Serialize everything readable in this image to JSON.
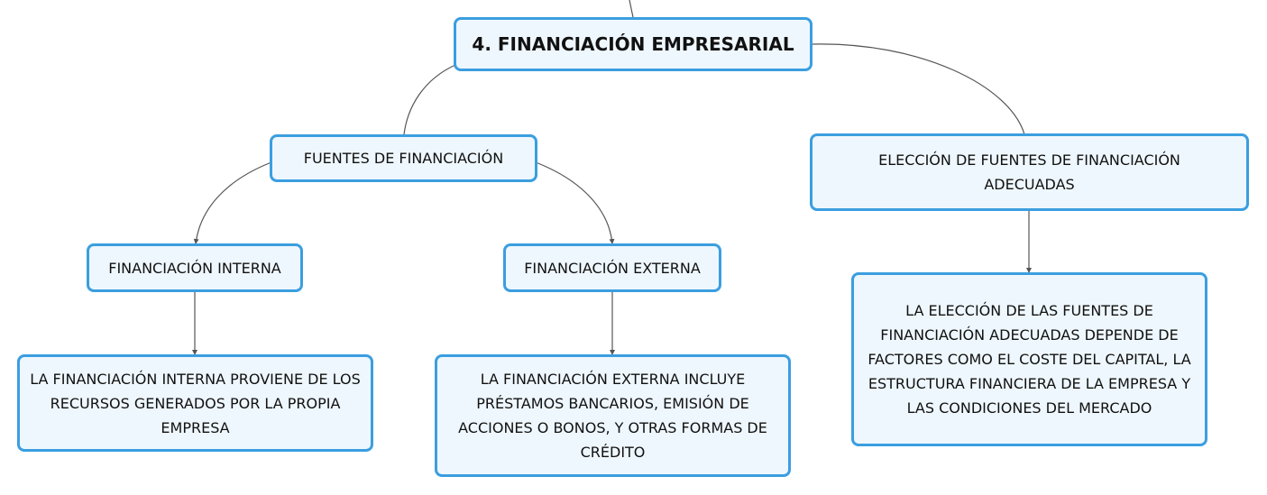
{
  "diagram": {
    "root": {
      "label": "4. FINANCIACIÓN EMPRESARIAL"
    },
    "sources": {
      "label": "FUENTES DE FINANCIACIÓN"
    },
    "choice": {
      "label": "ELECCIÓN DE FUENTES DE FINANCIACIÓN ADECUADAS"
    },
    "internal": {
      "label": "FINANCIACIÓN INTERNA"
    },
    "external": {
      "label": "FINANCIACIÓN EXTERNA"
    },
    "internal_desc": {
      "text": "LA FINANCIACIÓN INTERNA PROVIENE DE LOS RECURSOS GENERADOS POR LA PROPIA EMPRESA"
    },
    "external_desc": {
      "text": "LA FINANCIACIÓN EXTERNA INCLUYE PRÉSTAMOS BANCARIOS, EMISIÓN DE ACCIONES O BONOS, Y OTRAS FORMAS DE CRÉDITO"
    },
    "choice_desc": {
      "text": "LA ELECCIÓN DE LAS FUENTES DE FINANCIACIÓN ADECUADAS DEPENDE DE FACTORES COMO EL COSTE DEL CAPITAL, LA ESTRUCTURA FINANCIERA DE LA EMPRESA Y LAS CONDICIONES DEL MERCADO"
    }
  },
  "colors": {
    "node_border": "#3b9ee0",
    "node_fill": "#eef7fd",
    "connector": "#555555"
  }
}
